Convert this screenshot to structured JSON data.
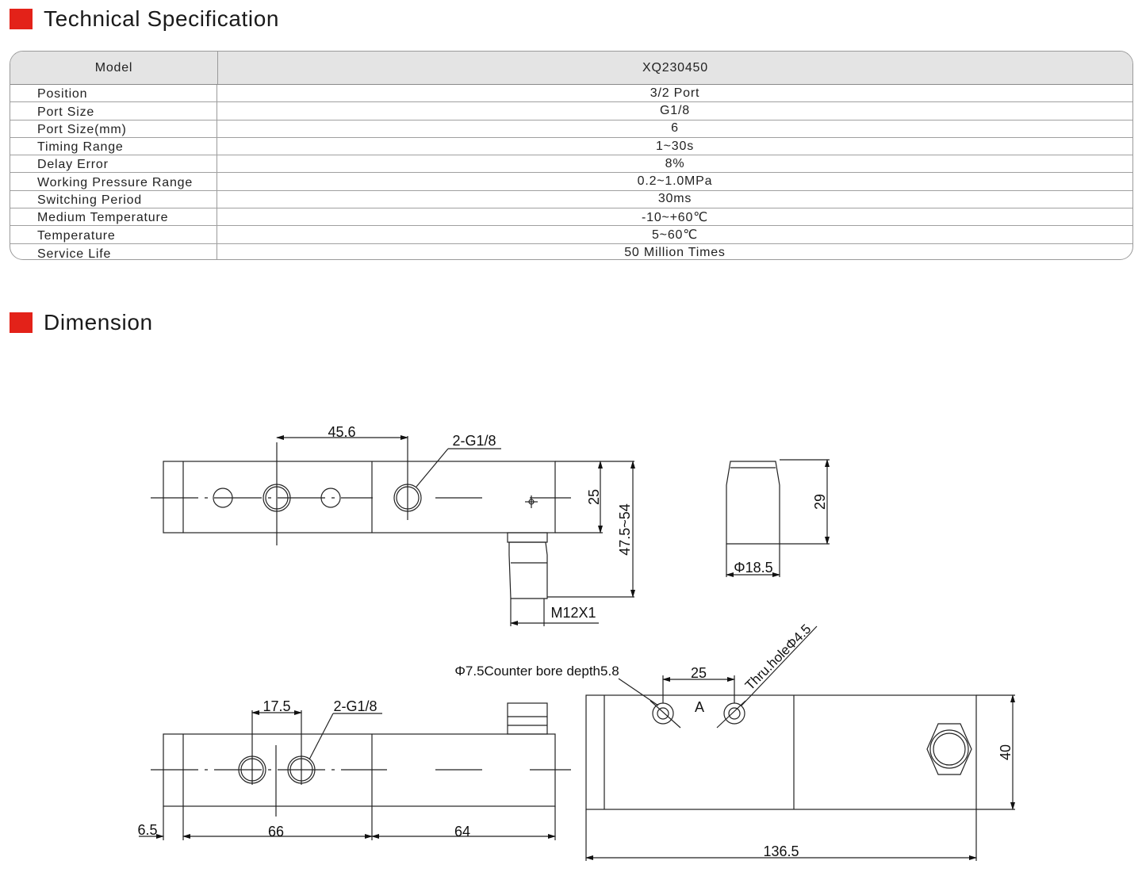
{
  "sections": {
    "spec_title": "Technical Specification",
    "dim_title": "Dimension"
  },
  "colors": {
    "accent": "#e32219",
    "header_bg": "#e4e4e4"
  },
  "spec": {
    "header": {
      "label": "Model",
      "value": "XQ230450"
    },
    "rows": [
      {
        "label": "Position",
        "value": "3/2 Port"
      },
      {
        "label": "Port Size",
        "value": "G1/8"
      },
      {
        "label": "Port Size(mm)",
        "value": "6"
      },
      {
        "label": "Timing Range",
        "value": "1~30s"
      },
      {
        "label": "Delay Error",
        "value": "8%"
      },
      {
        "label": "Working Pressure Range",
        "value": "0.2~1.0MPa"
      },
      {
        "label": "Switching Period",
        "value": "30ms"
      },
      {
        "label": "Medium Temperature",
        "value": "-10~+60℃"
      },
      {
        "label": "Temperature",
        "value": "5~60℃"
      },
      {
        "label": "Service Life",
        "value": "50 Million Times"
      }
    ]
  },
  "dimensions": {
    "top_view": {
      "pitch": "45.6",
      "port": "2-G1/8",
      "body_height": "25",
      "overall_height": "47.5~54",
      "thread": "M12X1"
    },
    "side_view": {
      "height": "29",
      "diameter": "Φ18.5"
    },
    "front_view": {
      "pitch": "17.5",
      "port": "2-G1/8",
      "left_offset": "6.5",
      "length_a": "66",
      "length_b": "64"
    },
    "bottom_view": {
      "counter_bore": "Φ7.5Counter bore depth5.8",
      "hole_pitch": "25",
      "thru_hole": "Thru.holeΦ4.5",
      "marker": "A",
      "height": "40",
      "overall_length": "136.5"
    }
  }
}
